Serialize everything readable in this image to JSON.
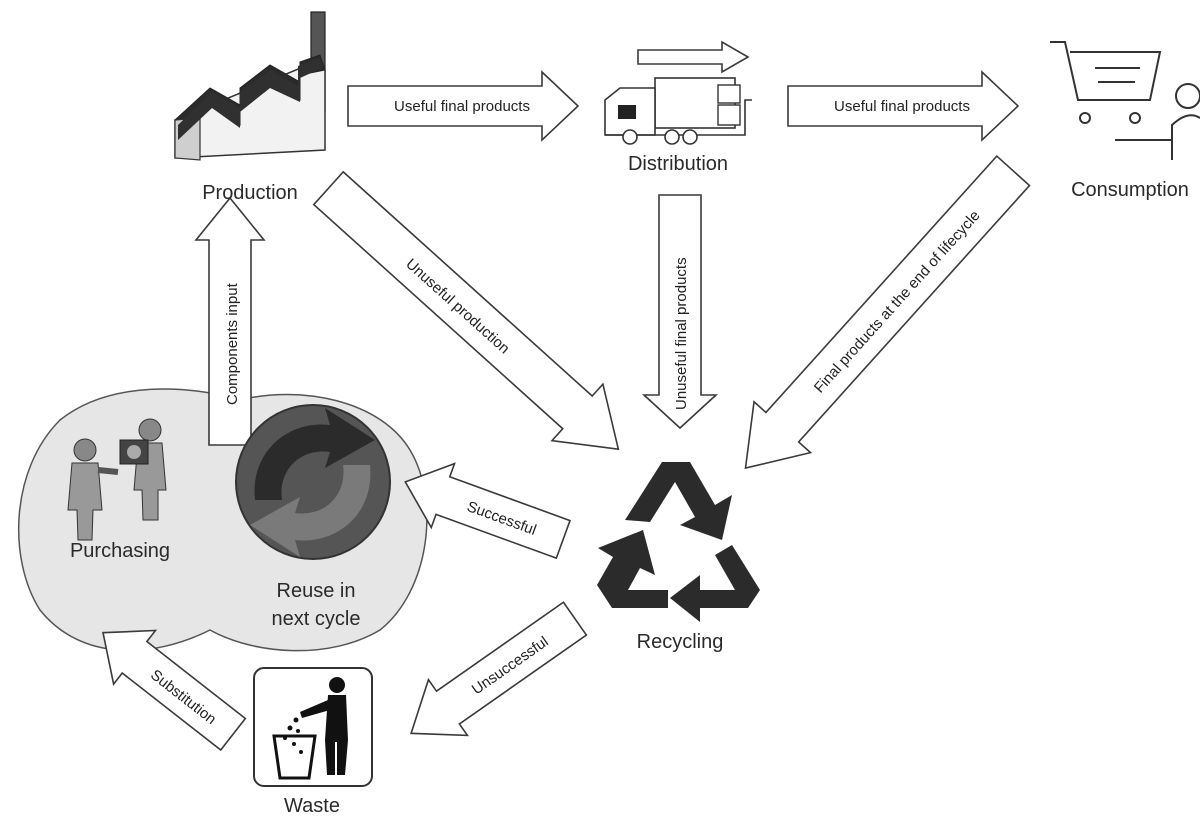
{
  "nodes": {
    "production": "Production",
    "distribution": "Distribution",
    "consumption": "Consumption",
    "recycling": "Recycling",
    "purchasing": "Purchasing",
    "reuse_line1": "Reuse in",
    "reuse_line2": "next cycle",
    "waste": "Waste"
  },
  "arrows": {
    "production_to_distribution": "Useful final products",
    "distribution_to_consumption": "Useful final products",
    "production_to_recycling": "Unuseful production",
    "distribution_to_recycling": "Unuseful final products",
    "consumption_to_recycling": "Final products at the end of lifecycle",
    "recycling_to_reuse": "Successful",
    "recycling_to_waste": "Unsuccessful",
    "waste_to_purchasing": "Substitution",
    "components_to_production": "Components input"
  },
  "icons": {
    "production": "factory-icon",
    "distribution": "truck-icon",
    "consumption": "shopping-cart-icon",
    "recycling": "recycle-icon",
    "purchasing": "people-handshake-icon",
    "reuse": "green-dot-icon",
    "waste": "trash-bin-icon"
  },
  "colors": {
    "outline": "#3a3a3a",
    "blob_fill": "#e6e6e6",
    "dark": "#2b2b2b"
  }
}
